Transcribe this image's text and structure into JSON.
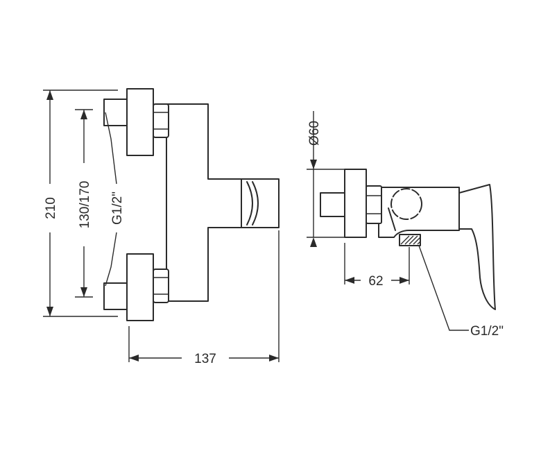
{
  "dimensions": {
    "overall_height": "210",
    "center_distance": "130/170",
    "inlet_thread_front": "G1/2\"",
    "width": "137",
    "diameter": "Ø60",
    "depth": "62",
    "outlet_thread_side": "G1/2\""
  }
}
